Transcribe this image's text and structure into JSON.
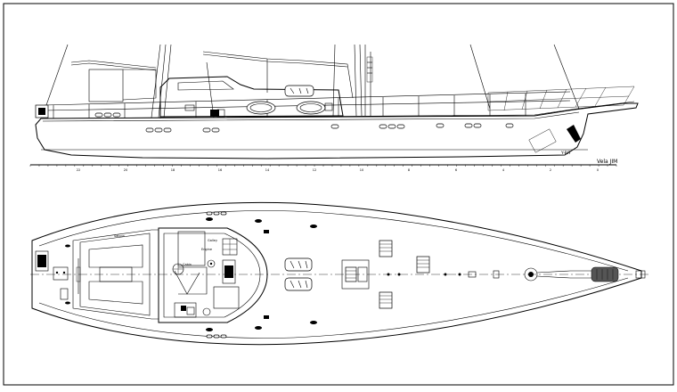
{
  "drawing": {
    "profile_title": "Vela JIM",
    "profile_hull_mark": "Y-BIT",
    "station_scale": [
      "22",
      "20",
      "18",
      "16",
      "14",
      "12",
      "10",
      "8",
      "6",
      "4",
      "2",
      "0"
    ],
    "plan_labels": {
      "saloon": "Saloon",
      "galley": "Galley",
      "cabin": "Cabin",
      "engine": "Engine"
    },
    "colors": {
      "ink": "#000000",
      "paper": "#ffffff",
      "shade": "#b5b5b5"
    }
  }
}
